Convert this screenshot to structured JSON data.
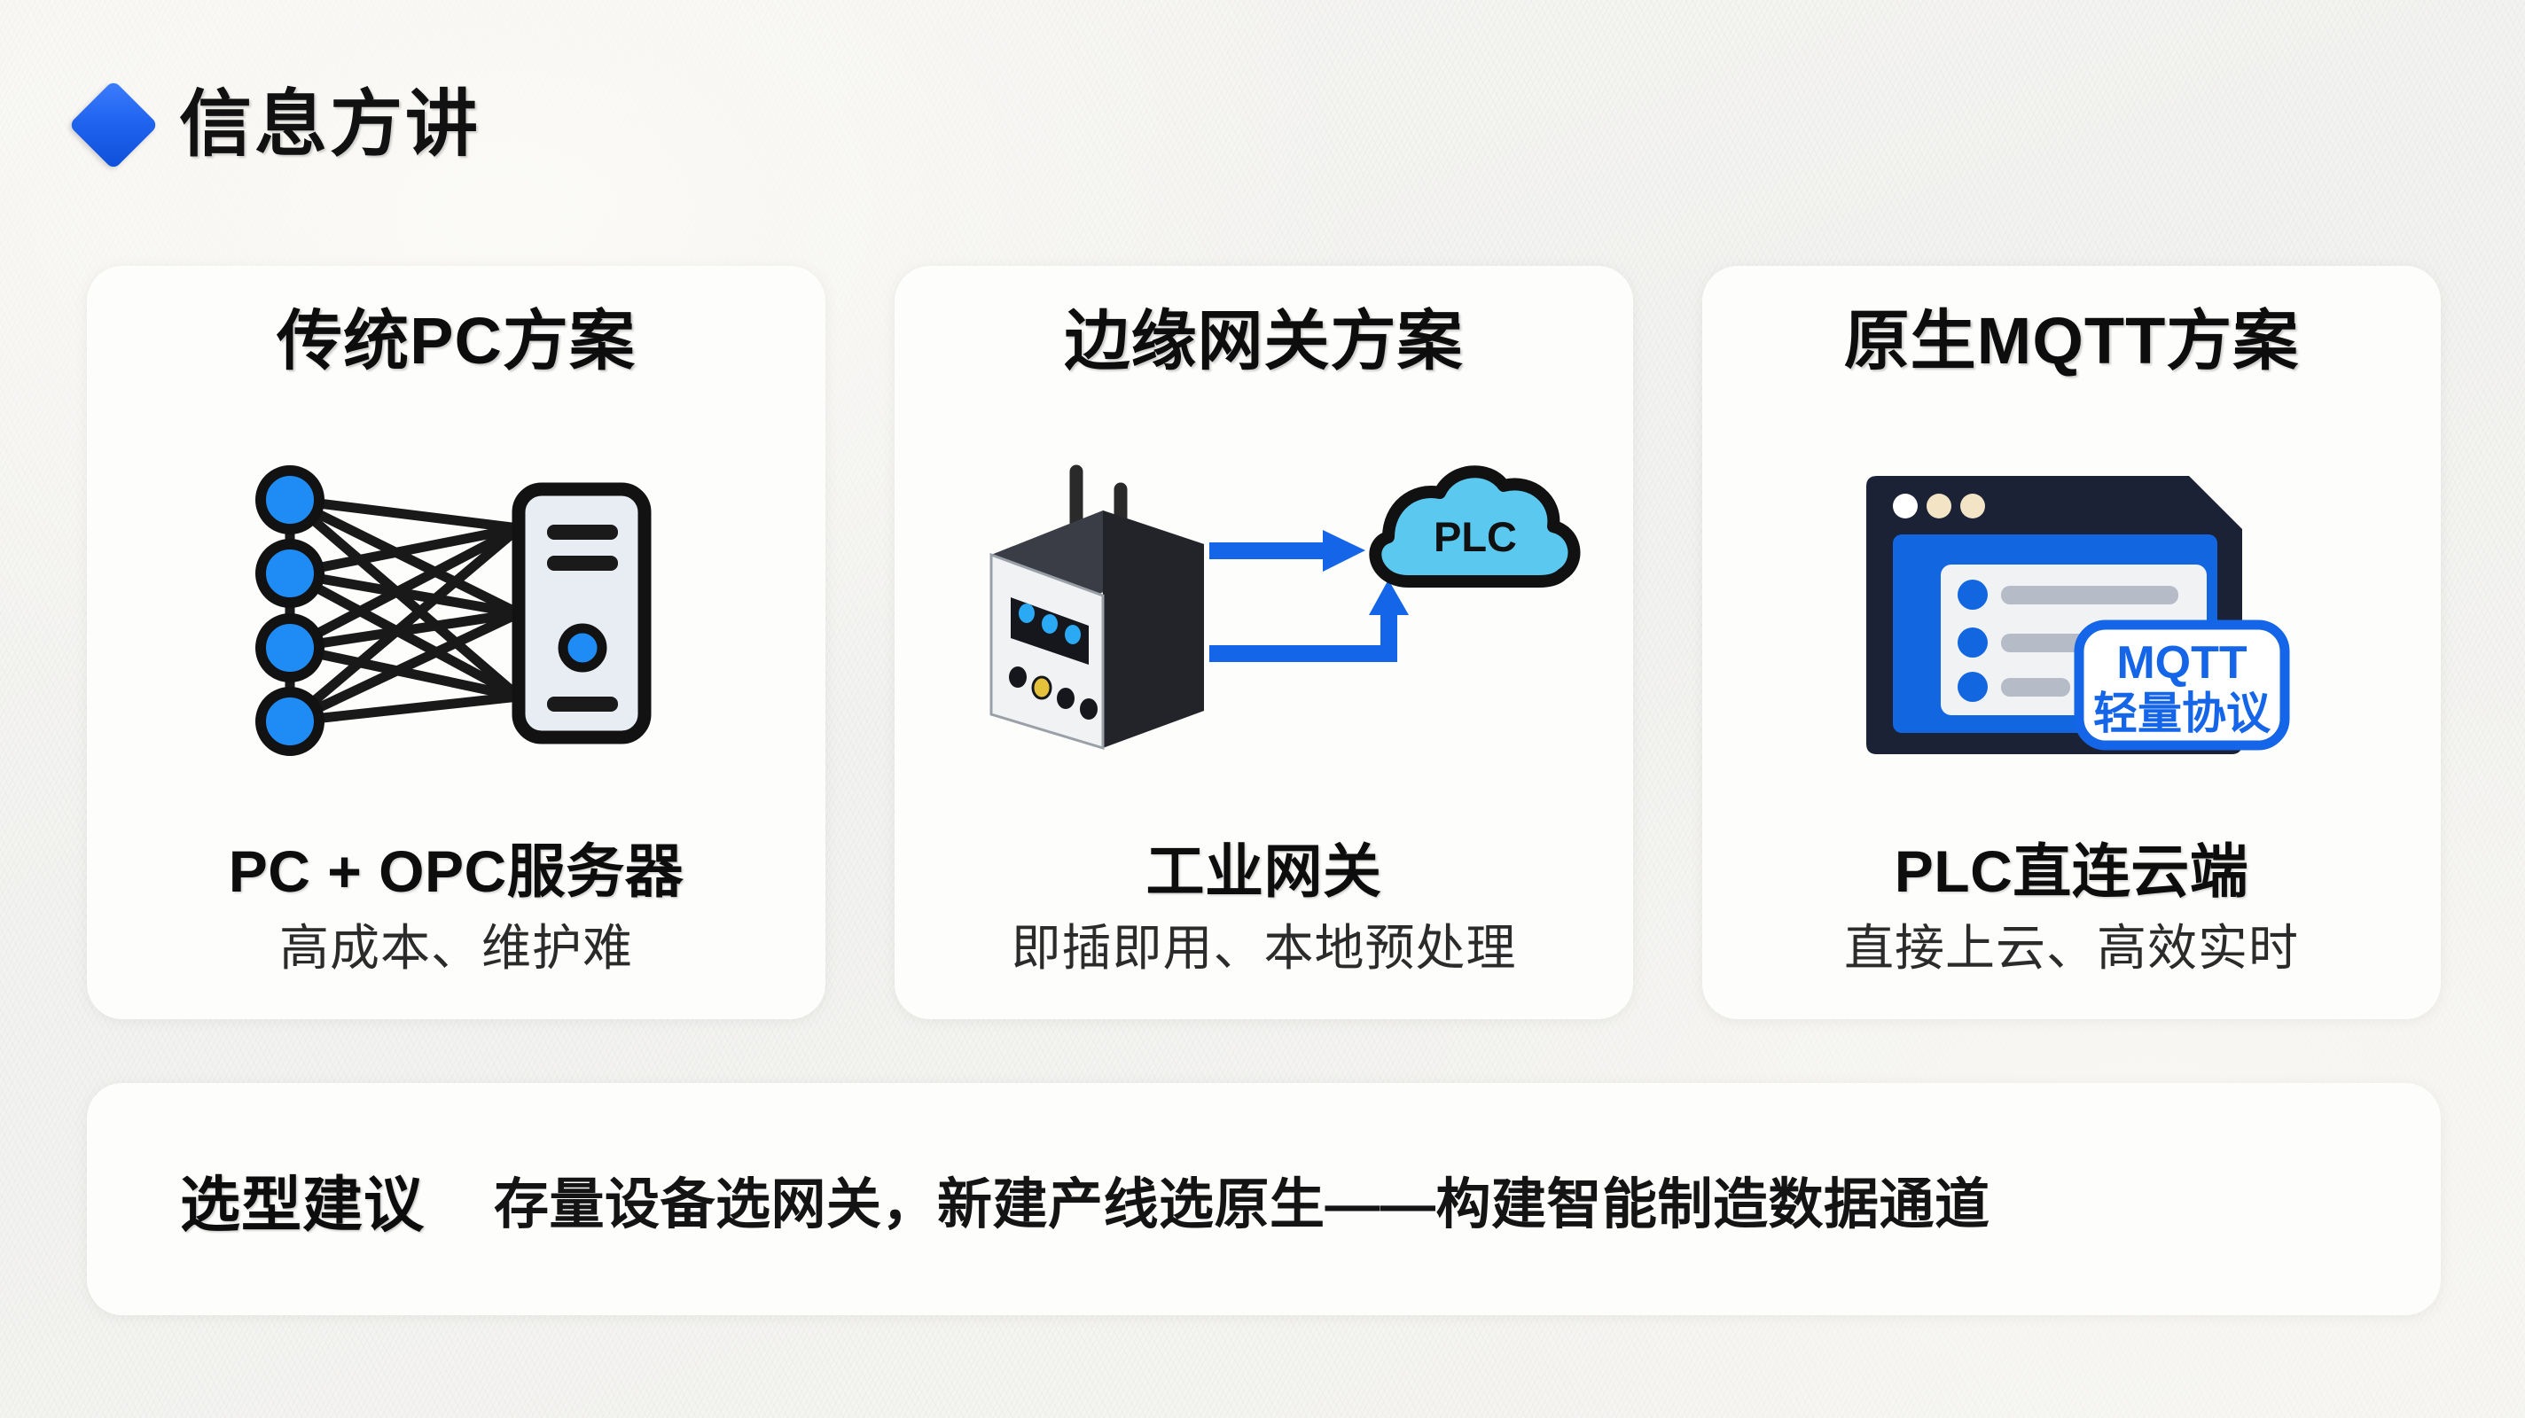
{
  "header": {
    "bullet_icon": "blue-diamond-icon",
    "title": "信息方讲"
  },
  "cards": [
    {
      "title": "传统PC方案",
      "illustration": "network-nodes-to-server-icon",
      "label": "PC + OPC服务器",
      "subtitle": "高成本、维护难"
    },
    {
      "title": "边缘网关方案",
      "illustration": "industrial-gateway-to-cloud-icon",
      "label": "工业网关",
      "subtitle": "即插即用、本地预处理",
      "cloud_label": "PLC"
    },
    {
      "title": "原生MQTT方案",
      "illustration": "browser-window-mqtt-badge-icon",
      "label": "PLC直连云端",
      "subtitle": "直接上云、高效实时",
      "badge_line1": "MQTT",
      "badge_line2": "轻量协议"
    }
  ],
  "footer": {
    "label": "选型建议",
    "text": "存量设备选网关，新建产线选原生——构建智能制造数据通道"
  },
  "colors": {
    "accent_blue": "#1f63ee",
    "node_blue": "#1f8cf5",
    "cloud_blue": "#5bc8f0",
    "arrow_blue": "#1565e8",
    "browser_blue": "#1266e0",
    "dark_frame": "#1b2235",
    "page_bg": "#f4f3f0",
    "card_bg": "#fdfdfb",
    "text_dark": "#0d0d0d"
  }
}
